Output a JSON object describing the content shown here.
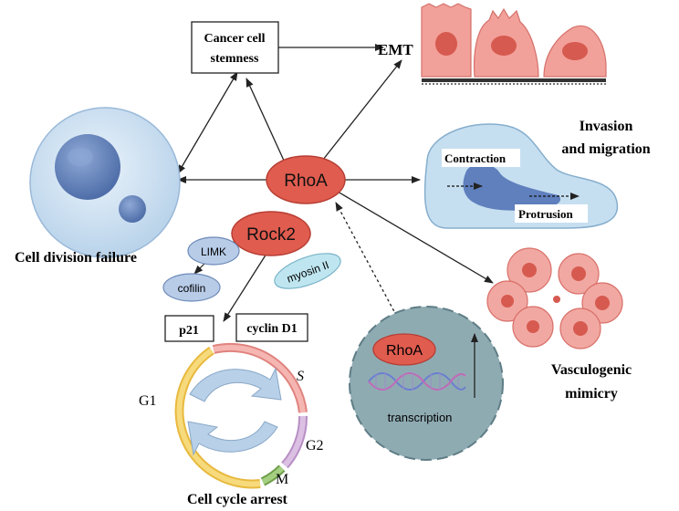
{
  "nodes": {
    "center": "RhoA",
    "rock2": "Rock2",
    "limk": "LIMK",
    "cofilin": "cofilin",
    "myosin": "myosin II",
    "stemness_line1": "Cancer cell",
    "stemness_line2": "stemness",
    "emt": "EMT",
    "invasion_line1": "Invasion",
    "invasion_line2": "and migration",
    "contraction": "Contraction",
    "protrusion": "Protrusion",
    "division_failure": "Cell division failure",
    "vasculogenic_line1": "Vasculogenic",
    "vasculogenic_line2": "mimicry",
    "p21": "p21",
    "cyclin_d1": "cyclin D1",
    "nucleus_rhoa": "RhoA",
    "transcription": "transcription",
    "cell_cycle_arrest": "Cell cycle arrest",
    "phase_g1": "G1",
    "phase_s": "S",
    "phase_g2": "G2",
    "phase_m": "M"
  },
  "colors": {
    "rhoa_fill": "#e05c4f",
    "rock2_fill": "#e05c4f",
    "limk_fill": "#b8cce8",
    "myosin_fill": "#bfe6f0",
    "g1_arc": "#f4d26a",
    "s_arc": "#f2a2a0",
    "g2_arc": "#d4b4dc",
    "m_arc": "#8fbd6a",
    "nucleus_fill": "#8fabb2"
  },
  "icons": [
    "stem-cell-icon",
    "epithelial-cells-icon",
    "migrating-cell-icon",
    "vascular-cluster-icon",
    "dna-helix-icon"
  ]
}
